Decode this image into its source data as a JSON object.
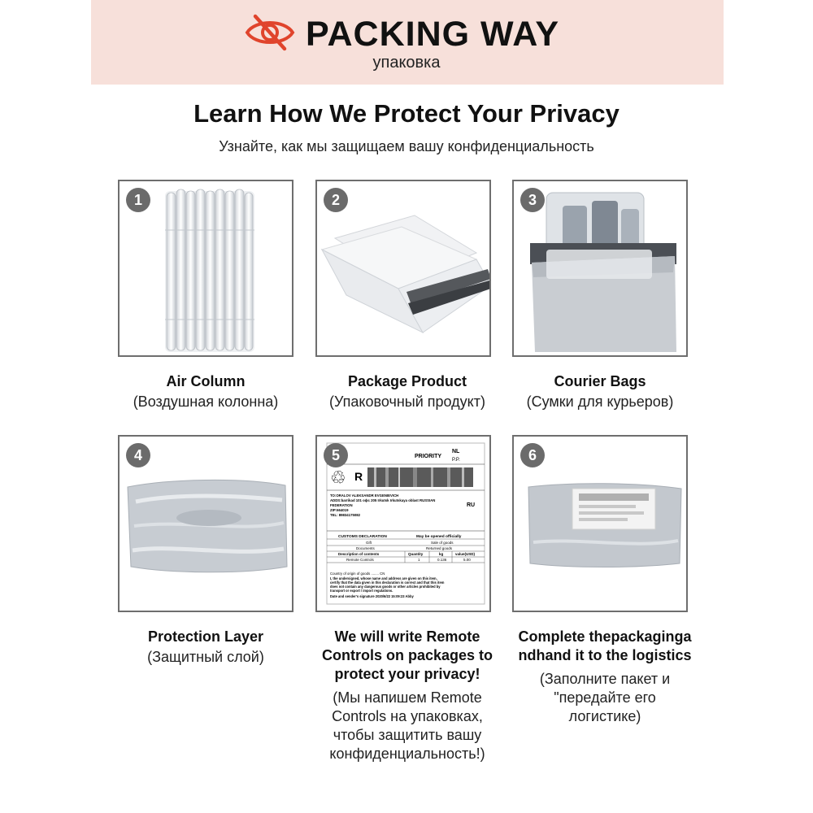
{
  "banner": {
    "title": "PACKING WAY",
    "subtitle": "упаковка",
    "icon": "eye-slash-icon",
    "icon_color": "#e0442c"
  },
  "heading": "Learn How We Protect Your Privacy",
  "subheading": "Узнайте, как мы защищаем вашу конфиденциальность",
  "steps": [
    {
      "num": "1",
      "title": "Air Column",
      "subtitle": "(Воздушная колонна)"
    },
    {
      "num": "2",
      "title": "Package Product",
      "subtitle": "(Упаковочный продукт)"
    },
    {
      "num": "3",
      "title": "Courier Bags",
      "subtitle": "(Сумки для курьеров)"
    },
    {
      "num": "4",
      "title": "Protection Layer",
      "subtitle": "(Защитный слой)"
    },
    {
      "num": "5",
      "title": "We will write Remote Controls on packages to protect your privacy!",
      "subtitle": "(Мы напишем Remote Controls на упаковках, чтобы защитить вашу конфиденциальность!)"
    },
    {
      "num": "6",
      "title": "Complete thepackagingandhand it to the logistics",
      "subtitle": "(Заполните пакет и \"передайте его логистике)"
    }
  ],
  "label": {
    "priority": "PRIORITY",
    "nl": "NL",
    "pp": "P.P.",
    "r": "R",
    "ru": "RU",
    "to_line1": "TO:ORALOV ALEKSANDR EVGENIEVICH",
    "to_line2": "ADDS:barrikad 101 офс 205 Irkutsk Irkutskaya oblast RUSSIAN",
    "to_line3": "FEDERATION",
    "zip": "ZIP:664019",
    "tel": "TEL: 89834175082",
    "customs": "CUSTOMS DECLARATION",
    "opened": "May be opened officially",
    "gift": "Gift",
    "sale": "Sale of goods",
    "documents": "Documents",
    "returned": "Returned goods",
    "desc": "Description of contents",
    "qty": "Quantity",
    "kg": "kg",
    "value": "value(USD)",
    "item": "Remote Controls",
    "item_qty": "1",
    "item_kg": "0.136",
    "item_value": "5.00",
    "origin": "Country of origin of goods ........ CN",
    "decl1": "I, the undersigned, whose name and address are given on this item,",
    "decl2": "certify that the data given in this declaration is correct and that this item",
    "decl3": "does not contain any dangerous goods or other articles prohibited by",
    "decl4": "transport or export / import regulations.",
    "date": "Date and sender's signature 2020/6/22 15:09:23 Abby"
  }
}
